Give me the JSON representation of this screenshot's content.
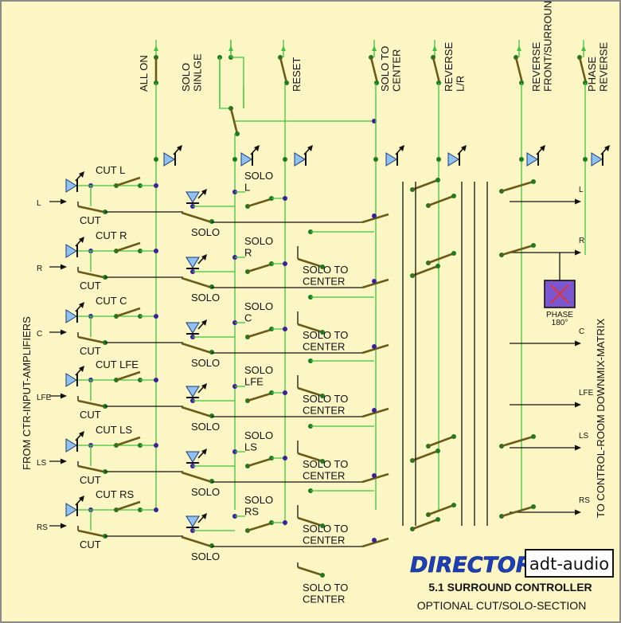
{
  "colors": {
    "background": "#fcf6c4",
    "frame": "#8a8a8a",
    "green_wire": "#3fc43f",
    "black_wire": "#111111",
    "switch_arm": "#6b5a16",
    "node_purple": "#3b1f9c",
    "node_green": "#1f7a1f",
    "led_fill": "#8fc2f0",
    "brand_blue": "#1d3fb8",
    "phase_box": "#8a4fc0"
  },
  "top_switches": [
    "ALL ON",
    "SOLO\nSINLGE",
    "RESET",
    "SOLO TO\nCENTER",
    "REVERSE\nL/R",
    "REVERSE\nFRONT/SURROUND",
    "PHASE\nREVERSE"
  ],
  "left_title": "FROM CTR-INPUT-AMPLIFIERS",
  "right_title": "TO CONTROL-ROOM DOWNMIX-MATRIX",
  "channels": [
    {
      "in": "L",
      "cut": "CUT L",
      "cut2": "CUT",
      "solo": "SOLO",
      "solo_ch": "SOLO\nL",
      "stc": "",
      "out": "L"
    },
    {
      "in": "R",
      "cut": "CUT R",
      "cut2": "CUT",
      "solo": "SOLO",
      "solo_ch": "SOLO\nR",
      "stc": "SOLO TO\nCENTER",
      "out": "R"
    },
    {
      "in": "C",
      "cut": "CUT C",
      "cut2": "CUT",
      "solo": "SOLO",
      "solo_ch": "SOLO\nC",
      "stc": "SOLO TO\nCENTER",
      "out": "C"
    },
    {
      "in": "LFE",
      "cut": "CUT LFE",
      "cut2": "CUT",
      "solo": "SOLO",
      "solo_ch": "SOLO\nLFE",
      "stc": "SOLO TO\nCENTER",
      "out": "LFE"
    },
    {
      "in": "LS",
      "cut": "CUT LS",
      "cut2": "CUT",
      "solo": "SOLO",
      "solo_ch": "SOLO\nLS",
      "stc": "SOLO TO\nCENTER",
      "out": "LS"
    },
    {
      "in": "RS",
      "cut": "CUT RS",
      "cut2": "CUT",
      "solo": "SOLO",
      "solo_ch": "SOLO\nRS",
      "stc": "SOLO TO\nCENTER",
      "out": "RS"
    }
  ],
  "stc_last": "SOLO TO\nCENTER",
  "phase": {
    "label": "PHASE",
    "deg": "180°"
  },
  "brand": {
    "name": "DIRECTOR",
    "maker": "adt-audio",
    "subtitle": "5.1 SURROUND CONTROLLER",
    "subtitle2": "OPTIONAL CUT/SOLO-SECTION"
  }
}
